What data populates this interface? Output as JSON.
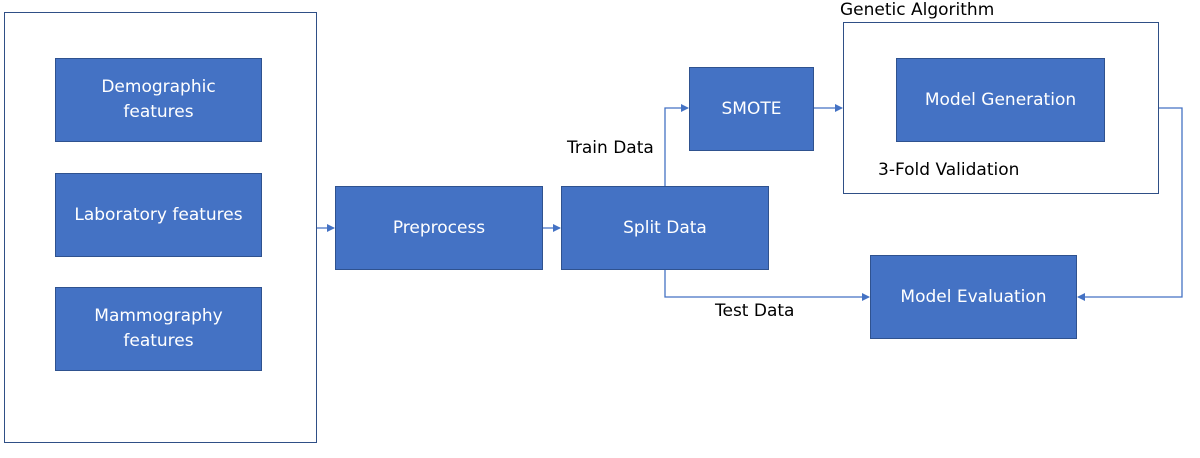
{
  "nodes": {
    "demographic": "Demographic\nfeatures",
    "laboratory": "Laboratory features",
    "mammography": "Mammography\nfeatures",
    "preprocess": "Preprocess",
    "split": "Split Data",
    "smote": "SMOTE",
    "model_generation": "Model Generation",
    "model_evaluation": "Model Evaluation"
  },
  "labels": {
    "genetic_algorithm": "Genetic Algorithm",
    "three_fold": "3-Fold Validation",
    "train_data": "Train Data",
    "test_data": "Test Data"
  },
  "colors": {
    "box_fill": "#4472c4",
    "box_border": "#2f528f",
    "connector": "#4472c4",
    "frame": "#2f4f86"
  }
}
